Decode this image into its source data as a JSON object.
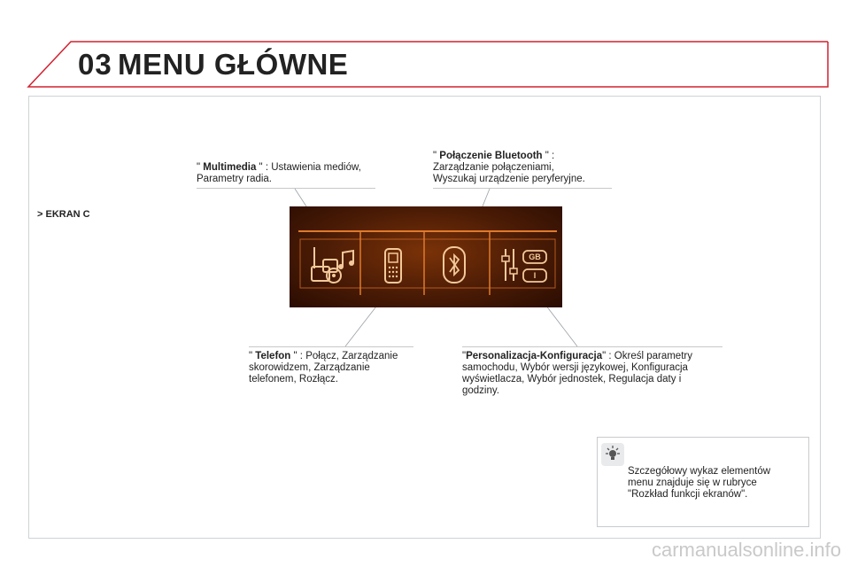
{
  "header": {
    "chapter_number": "03",
    "title": "MENU GŁÓWNE"
  },
  "section_label": "> EKRAN C",
  "callouts": {
    "multimedia": {
      "q1": "\" ",
      "label": "Multimedia",
      "rest": " \" : Ustawienia mediów,",
      "line2": "Parametry radia."
    },
    "bluetooth": {
      "q1": "\" ",
      "label": "Połączenie Bluetooth",
      "rest": " \" :",
      "line2": "Zarządzanie połączeniami,",
      "line3": "Wyszukaj urządzenie peryferyjne."
    },
    "telefon": {
      "q1": "\" ",
      "label": "Telefon",
      "rest": " \" : Połącz, Zarządzanie",
      "line2": "skorowidzem, Zarządzanie",
      "line3": "telefonem, Rozłącz."
    },
    "personalizacja": {
      "q1": "\"",
      "label": "Personalizacja-Konfiguracja",
      "rest": "\" : Określ parametry",
      "line2": "samochodu, Wybór wersji językowej, Konfiguracja",
      "line3": "wyświetlacza, Wybór jednostek, Regulacja daty i",
      "line4": "godziny."
    }
  },
  "screen_icons": {
    "gb_badge": "GB",
    "i_badge": "I"
  },
  "note": {
    "line1": "Szczegółowy wykaz elementów",
    "line2": "menu znajduje się w rubryce",
    "line3": "\"Rozkład funkcji ekranów\"."
  },
  "watermark": "carmanualsonline.info",
  "colors": {
    "accent_red": "#d2202f",
    "screen_line": "#e07a2a",
    "icon_color": "#f3c99a"
  }
}
